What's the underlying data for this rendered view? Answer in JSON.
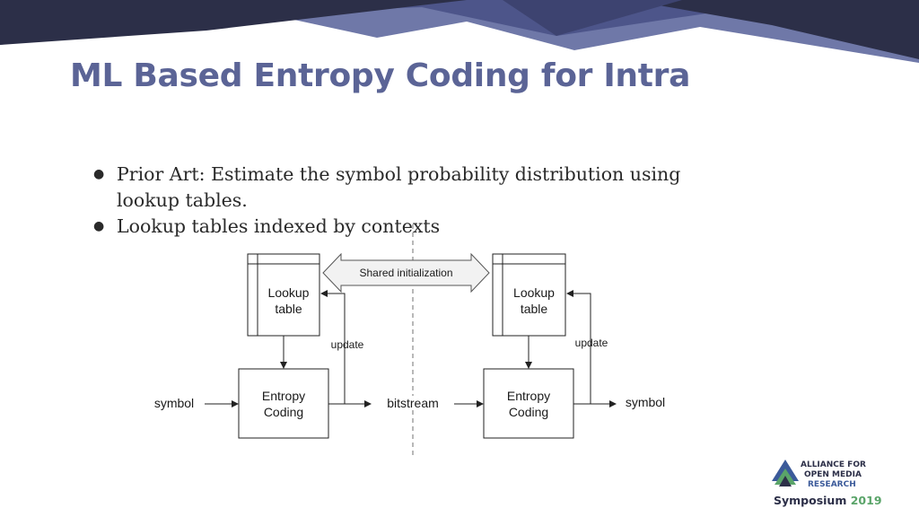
{
  "slide": {
    "title": "ML Based Entropy Coding for Intra",
    "bullets": [
      "Prior Art: Estimate the symbol probability distribution using lookup tables.",
      "Lookup tables indexed by contexts"
    ]
  },
  "diagram": {
    "shared_label": "Shared initialization",
    "left_lookup": [
      "Lookup",
      "table"
    ],
    "right_lookup": [
      "Lookup",
      "table"
    ],
    "left_entropy": [
      "Entropy",
      "Coding"
    ],
    "right_entropy": [
      "Entropy",
      "Coding"
    ],
    "update_left": "update",
    "update_right": "update",
    "symbol_in": "symbol",
    "bitstream": "bitstream",
    "symbol_out": "symbol"
  },
  "logo": {
    "line1": "ALLIANCE FOR",
    "line2": "OPEN MEDIA",
    "line3": "RESEARCH",
    "line4a": "Symposium",
    "line4b": "2019"
  },
  "colors": {
    "title": "#5b6496",
    "banner_dark": "#2c2f48",
    "banner_mid": "#4d558a",
    "banner_light": "#6f78a8",
    "logo_green": "#5aa469",
    "logo_blue": "#3b5a9a"
  }
}
